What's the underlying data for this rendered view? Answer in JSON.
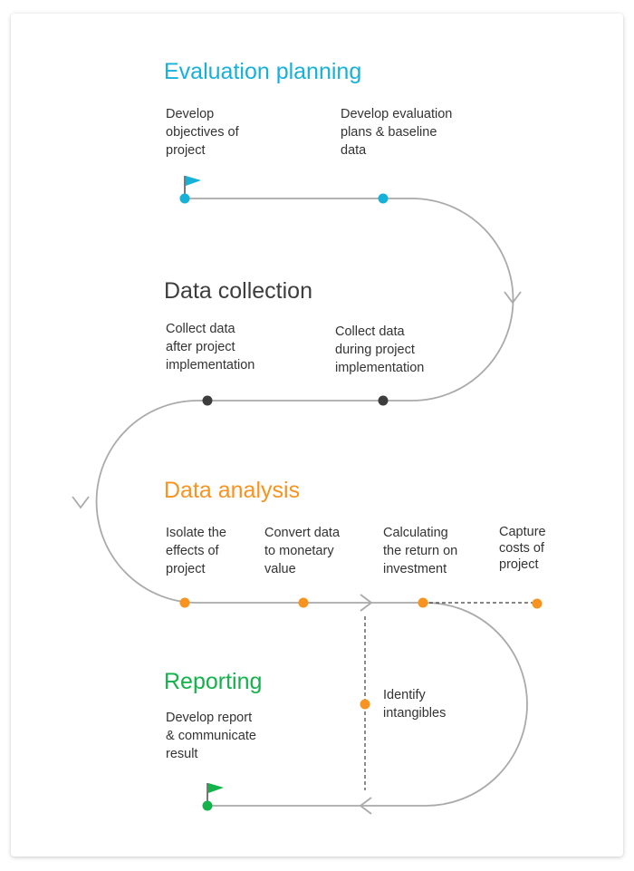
{
  "colors": {
    "planning": "#15b1d9",
    "collection": "#3d3d3d",
    "analysis": "#f7931e",
    "reporting": "#13b24a",
    "path": "#aaaaaa",
    "text": "#333333"
  },
  "stages": {
    "planning": {
      "title": "Evaluation planning",
      "steps": [
        "Develop\nobjectives of\nproject",
        "Develop evaluation\nplans & baseline\ndata"
      ]
    },
    "collection": {
      "title": "Data collection",
      "steps": [
        "Collect data\nafter project\nimplementation",
        "Collect data\nduring project\nimplementation"
      ]
    },
    "analysis": {
      "title": "Data analysis",
      "steps": [
        "Isolate the\neffects of\nproject",
        "Convert data\nto monetary\nvalue",
        "Calculating\nthe return on\ninvestment",
        "Capture\ncosts of\nproject",
        "Identify\nintangibles"
      ]
    },
    "reporting": {
      "title": "Reporting",
      "steps": [
        "Develop report\n& communicate\nresult"
      ]
    }
  }
}
